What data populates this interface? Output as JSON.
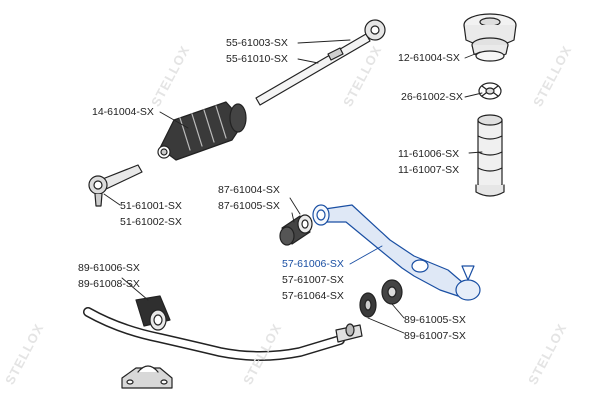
{
  "watermark": "STELLOX",
  "colors": {
    "line": "#222222",
    "highlight": "#1a4fa3",
    "watermark": "#e4e4e4"
  },
  "parts": {
    "strut_mount": [
      "12-61004-SX"
    ],
    "bearing": [
      "26-61002-SX"
    ],
    "bump_boot": [
      "11-61006-SX",
      "11-61007-SX"
    ],
    "inner_tie_rod": [
      "55-61003-SX",
      "55-61010-SX"
    ],
    "steering_boot": [
      "14-61004-SX"
    ],
    "tie_rod_end": [
      "51-61001-SX",
      "51-61002-SX"
    ],
    "arm_bushing": [
      "87-61004-SX",
      "87-61005-SX"
    ],
    "control_arm": [
      "57-61006-SX",
      "57-61007-SX",
      "57-61064-SX"
    ],
    "stab_bushing": [
      "89-61006-SX",
      "89-61008-SX"
    ],
    "rear_arm_bushing": [
      "89-61005-SX",
      "89-61007-SX"
    ]
  }
}
